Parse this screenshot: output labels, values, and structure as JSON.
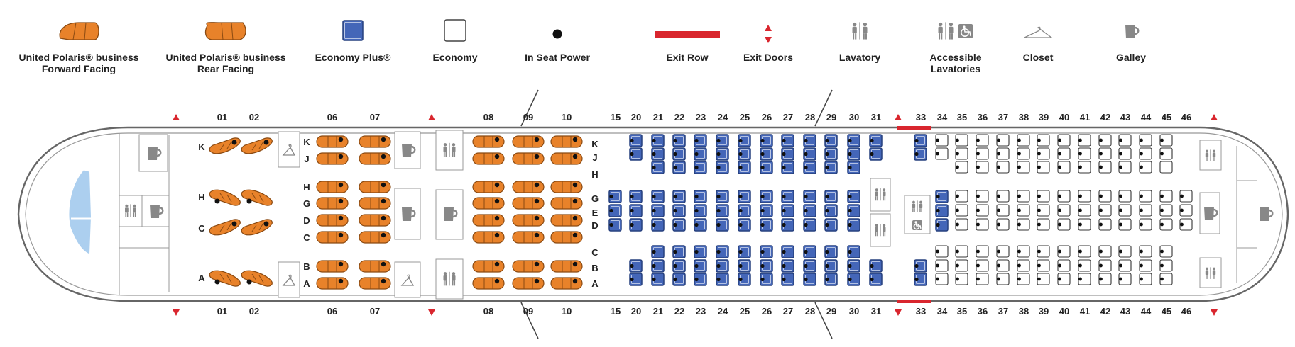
{
  "legend": [
    {
      "key": "polaris_fwd",
      "label": [
        "United Polaris® business",
        "Forward Facing"
      ]
    },
    {
      "key": "polaris_rear",
      "label": [
        "United Polaris® business",
        "Rear Facing"
      ]
    },
    {
      "key": "econ_plus",
      "label": [
        "Economy Plus®"
      ]
    },
    {
      "key": "economy",
      "label": [
        "Economy"
      ]
    },
    {
      "key": "power",
      "label": [
        "In Seat Power"
      ]
    },
    {
      "key": "exit_row",
      "label": [
        "Exit Row"
      ]
    },
    {
      "key": "exit_doors",
      "label": [
        "Exit Doors"
      ]
    },
    {
      "key": "lavatory",
      "label": [
        "Lavatory"
      ]
    },
    {
      "key": "accessible",
      "label": [
        "Accessible",
        "Lavatories"
      ]
    },
    {
      "key": "closet",
      "label": [
        "Closet"
      ]
    },
    {
      "key": "galley",
      "label": [
        "Galley"
      ]
    }
  ],
  "colors": {
    "polaris": "#e8822a",
    "polaris_dark": "#8a4a12",
    "econ_plus": "#4466b8",
    "econ_plus_edge": "#27407e",
    "exit_red": "#d9262e",
    "fuselage": "#666666",
    "window": "#9ec7ec"
  },
  "cabin": {
    "rows_polaris_a": [
      "01",
      "02"
    ],
    "rows_polaris_b": [
      "06",
      "07"
    ],
    "rows_polaris_c": [
      "08",
      "09",
      "10"
    ],
    "rows_plus": [
      "15",
      "20",
      "21",
      "22",
      "23",
      "24",
      "25",
      "26",
      "27",
      "28",
      "29",
      "30",
      "31"
    ],
    "rows_plus_rear": [
      "33"
    ],
    "rows_economy": [
      "34",
      "35",
      "36",
      "37",
      "38",
      "39",
      "40",
      "41",
      "42",
      "43",
      "44",
      "45",
      "46"
    ],
    "letters_front": [
      "K",
      "H",
      "C",
      "A"
    ],
    "letters_mid": [
      "K",
      "J",
      "H",
      "G",
      "D",
      "C",
      "B",
      "A"
    ],
    "letters_aft": [
      "K",
      "J",
      "H",
      "G",
      "E",
      "D",
      "C",
      "B",
      "A"
    ]
  }
}
